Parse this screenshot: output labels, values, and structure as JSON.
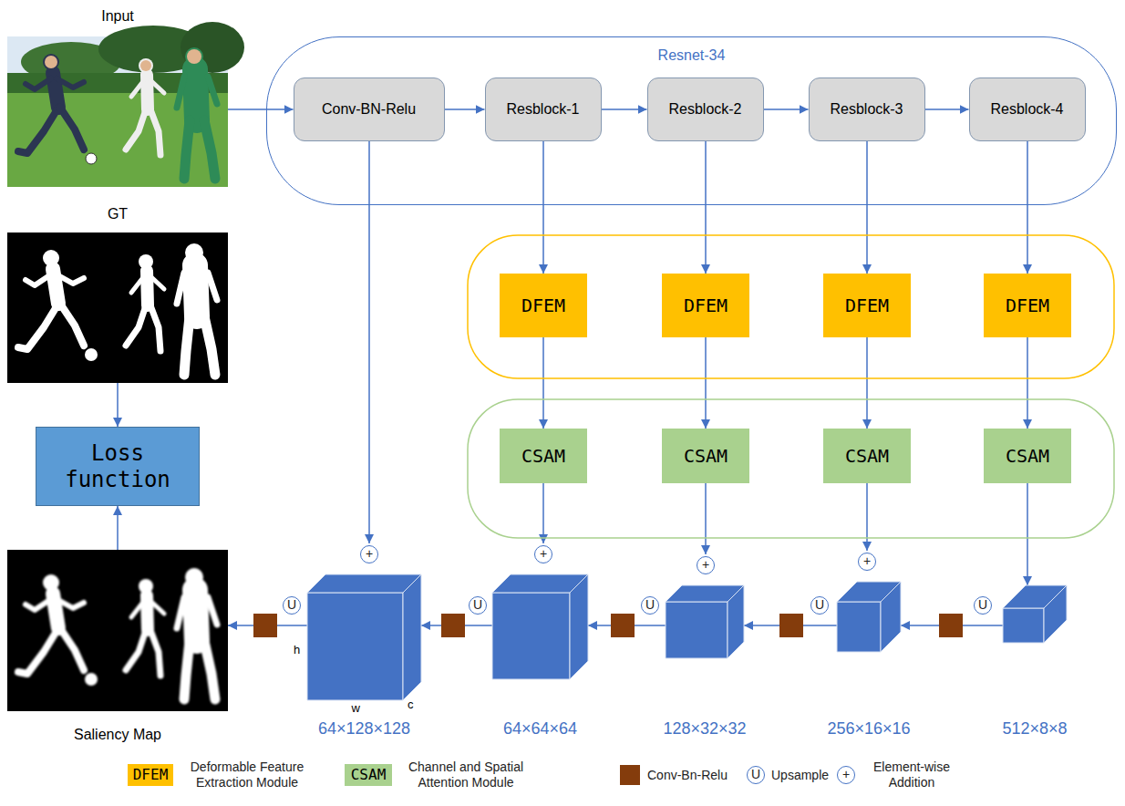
{
  "diagram": {
    "nodes": [
      {
        "text": [
          "Input"
        ]
      },
      {
        "text": [
          "GT"
        ]
      },
      {
        "text": [
          "Loss function"
        ]
      },
      {
        "text": [
          "Saliency Map"
        ]
      },
      {
        "text": [
          "Resnet-34"
        ]
      },
      {
        "text": [
          "Conv-BN-Relu"
        ],
        "in": 4
      },
      {
        "text": [
          "Resblock-1"
        ],
        "in": 4
      },
      {
        "text": [
          "Resblock-2"
        ],
        "in": 4
      },
      {
        "text": [
          "Resblock-3"
        ],
        "in": 4
      },
      {
        "text": [
          "Resblock-4"
        ],
        "in": 4
      },
      {
        "text": [
          "DFEM"
        ]
      },
      {
        "text": [
          "DFEM"
        ]
      },
      {
        "text": [
          "DFEM"
        ]
      },
      {
        "text": [
          "DFEM"
        ]
      },
      {
        "text": [
          "CSAM"
        ]
      },
      {
        "text": [
          "CSAM"
        ]
      },
      {
        "text": [
          "CSAM"
        ]
      },
      {
        "text": [
          "CSAM"
        ]
      },
      {
        "text": [
          "h",
          "w",
          "c",
          "64×128×128"
        ]
      },
      {
        "text": [
          "64×64×64"
        ]
      },
      {
        "text": [
          "128×32×32"
        ]
      },
      {
        "text": [
          "256×16×16"
        ]
      },
      {
        "text": [
          "512×8×8"
        ]
      }
    ],
    "edges": [
      {
        "from": 0,
        "to": 5,
        "arrow": "to"
      },
      {
        "from": 5,
        "to": 6,
        "arrow": "to"
      },
      {
        "from": 6,
        "to": 7,
        "arrow": "to"
      },
      {
        "from": 7,
        "to": 8,
        "arrow": "to"
      },
      {
        "from": 8,
        "to": 9,
        "arrow": "to"
      },
      {
        "from": 6,
        "to": 10,
        "arrow": "to"
      },
      {
        "from": 7,
        "to": 11,
        "arrow": "to"
      },
      {
        "from": 8,
        "to": 12,
        "arrow": "to"
      },
      {
        "from": 9,
        "to": 13,
        "arrow": "to"
      },
      {
        "from": 10,
        "to": 14,
        "arrow": "to"
      },
      {
        "from": 11,
        "to": 15,
        "arrow": "to"
      },
      {
        "from": 12,
        "to": 16,
        "arrow": "to"
      },
      {
        "from": 13,
        "to": 17,
        "arrow": "to"
      },
      {
        "from": 5,
        "to": 18,
        "arrow": "to"
      },
      {
        "from": 14,
        "to": 19,
        "arrow": "to"
      },
      {
        "from": 15,
        "to": 20,
        "arrow": "to"
      },
      {
        "from": 16,
        "to": 21,
        "arrow": "to"
      },
      {
        "from": 17,
        "to": 22,
        "arrow": "to"
      },
      {
        "from": 22,
        "to": 21,
        "arrow": "to"
      },
      {
        "from": 21,
        "to": 20,
        "arrow": "to"
      },
      {
        "from": 20,
        "to": 19,
        "arrow": "to"
      },
      {
        "from": 19,
        "to": 18,
        "arrow": "to"
      },
      {
        "from": 18,
        "to": 3,
        "arrow": "to"
      },
      {
        "from": 1,
        "to": 2,
        "arrow": "to"
      },
      {
        "from": 3,
        "to": 2,
        "arrow": "to"
      }
    ],
    "labels": [
      "+",
      "+",
      "+",
      "+",
      "U",
      "U",
      "U",
      "U",
      "U",
      "DFEM",
      "CSAM",
      "U",
      "+"
    ],
    "legend": [
      {
        "text": "Deformable Feature Extraction Module",
        "color": "#FFC000"
      },
      {
        "text": "Channel and Spatial Attention Module",
        "color": "#A9D18E"
      },
      {
        "text": "Conv-Bn-Relu",
        "color": "#843C0C"
      },
      {
        "text": "Upsample"
      },
      {
        "text": "Element-wise Addition"
      }
    ]
  }
}
